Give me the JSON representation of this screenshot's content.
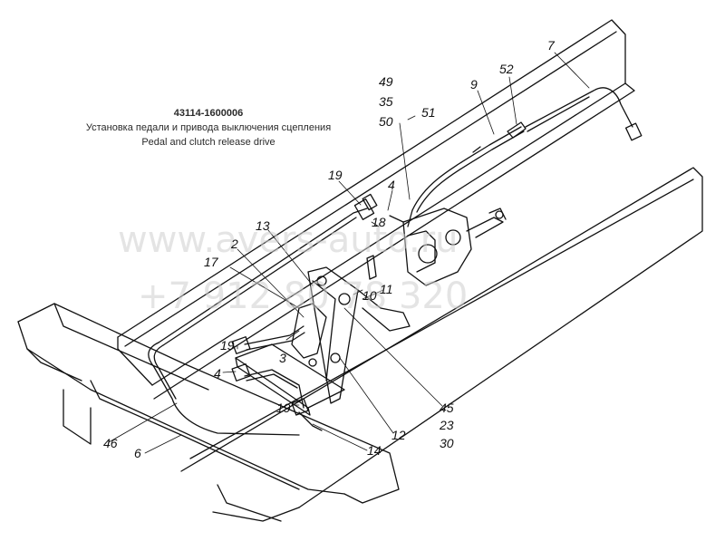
{
  "title": {
    "code": "43114-1600006",
    "ru": "Установка педали и привода выключения сцепления",
    "en": "Pedal and clutch release drive"
  },
  "watermark": {
    "site": "www.avers-auto.ru",
    "phone": "+7 912 80 78 320"
  },
  "callouts": {
    "c7": "7",
    "c52": "52",
    "c9": "9",
    "c49": "49",
    "c35": "35",
    "c50": "50",
    "c51": "51",
    "c19a": "19",
    "c4a": "4",
    "c18": "18",
    "c13": "13",
    "c2": "2",
    "c17": "17",
    "c10": "10",
    "c11": "11",
    "c19b": "19",
    "c3": "3",
    "c4b": "4",
    "c19c": "19",
    "c45": "45",
    "c23": "23",
    "c30": "30",
    "c12": "12",
    "c14": "14",
    "c6": "6",
    "c46": "46"
  }
}
